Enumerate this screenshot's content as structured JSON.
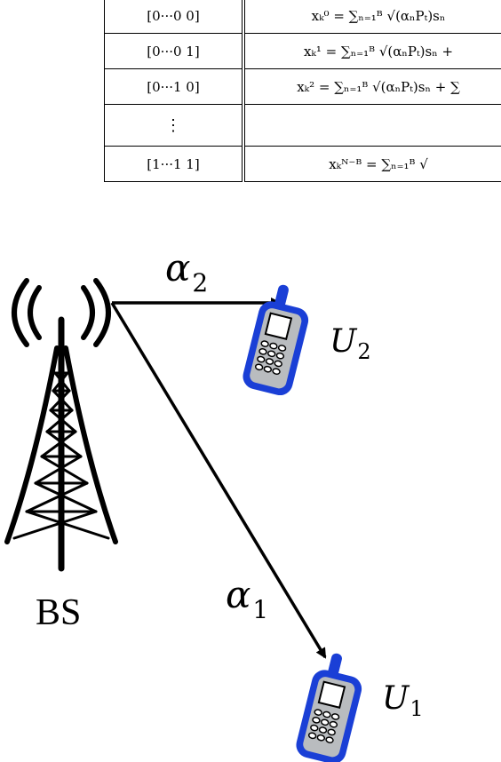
{
  "table": {
    "rows": [
      {
        "bits": "[0···0 0]",
        "expr": "xₖ⁰ = ∑ₙ₌₁ᴮ √(αₙPₜ)sₙ"
      },
      {
        "bits": "[0···0 1]",
        "expr": "xₖ¹ = ∑ₙ₌₁ᴮ √(αₙPₜ)sₙ +"
      },
      {
        "bits": "[0···1 0]",
        "expr": "xₖ² = ∑ₙ₌₁ᴮ √(αₙPₜ)sₙ + ∑"
      },
      {
        "bits": "⋮",
        "expr": ""
      },
      {
        "bits": "[1···1 1]",
        "expr": "xₖᴺ⁻ᴮ = ∑ₙ₌₁ᴮ √"
      }
    ]
  },
  "diagram": {
    "base_station_label": "BS",
    "link_to_u2": "α",
    "link_to_u2_sub": "2",
    "link_to_u1": "α",
    "link_to_u1_sub": "1",
    "user2_label": "U",
    "user2_sub": "2",
    "user1_label": "U",
    "user1_sub": "1",
    "phone_color": "#1a3fd6",
    "phone_body_color": "#b9bcbf"
  }
}
